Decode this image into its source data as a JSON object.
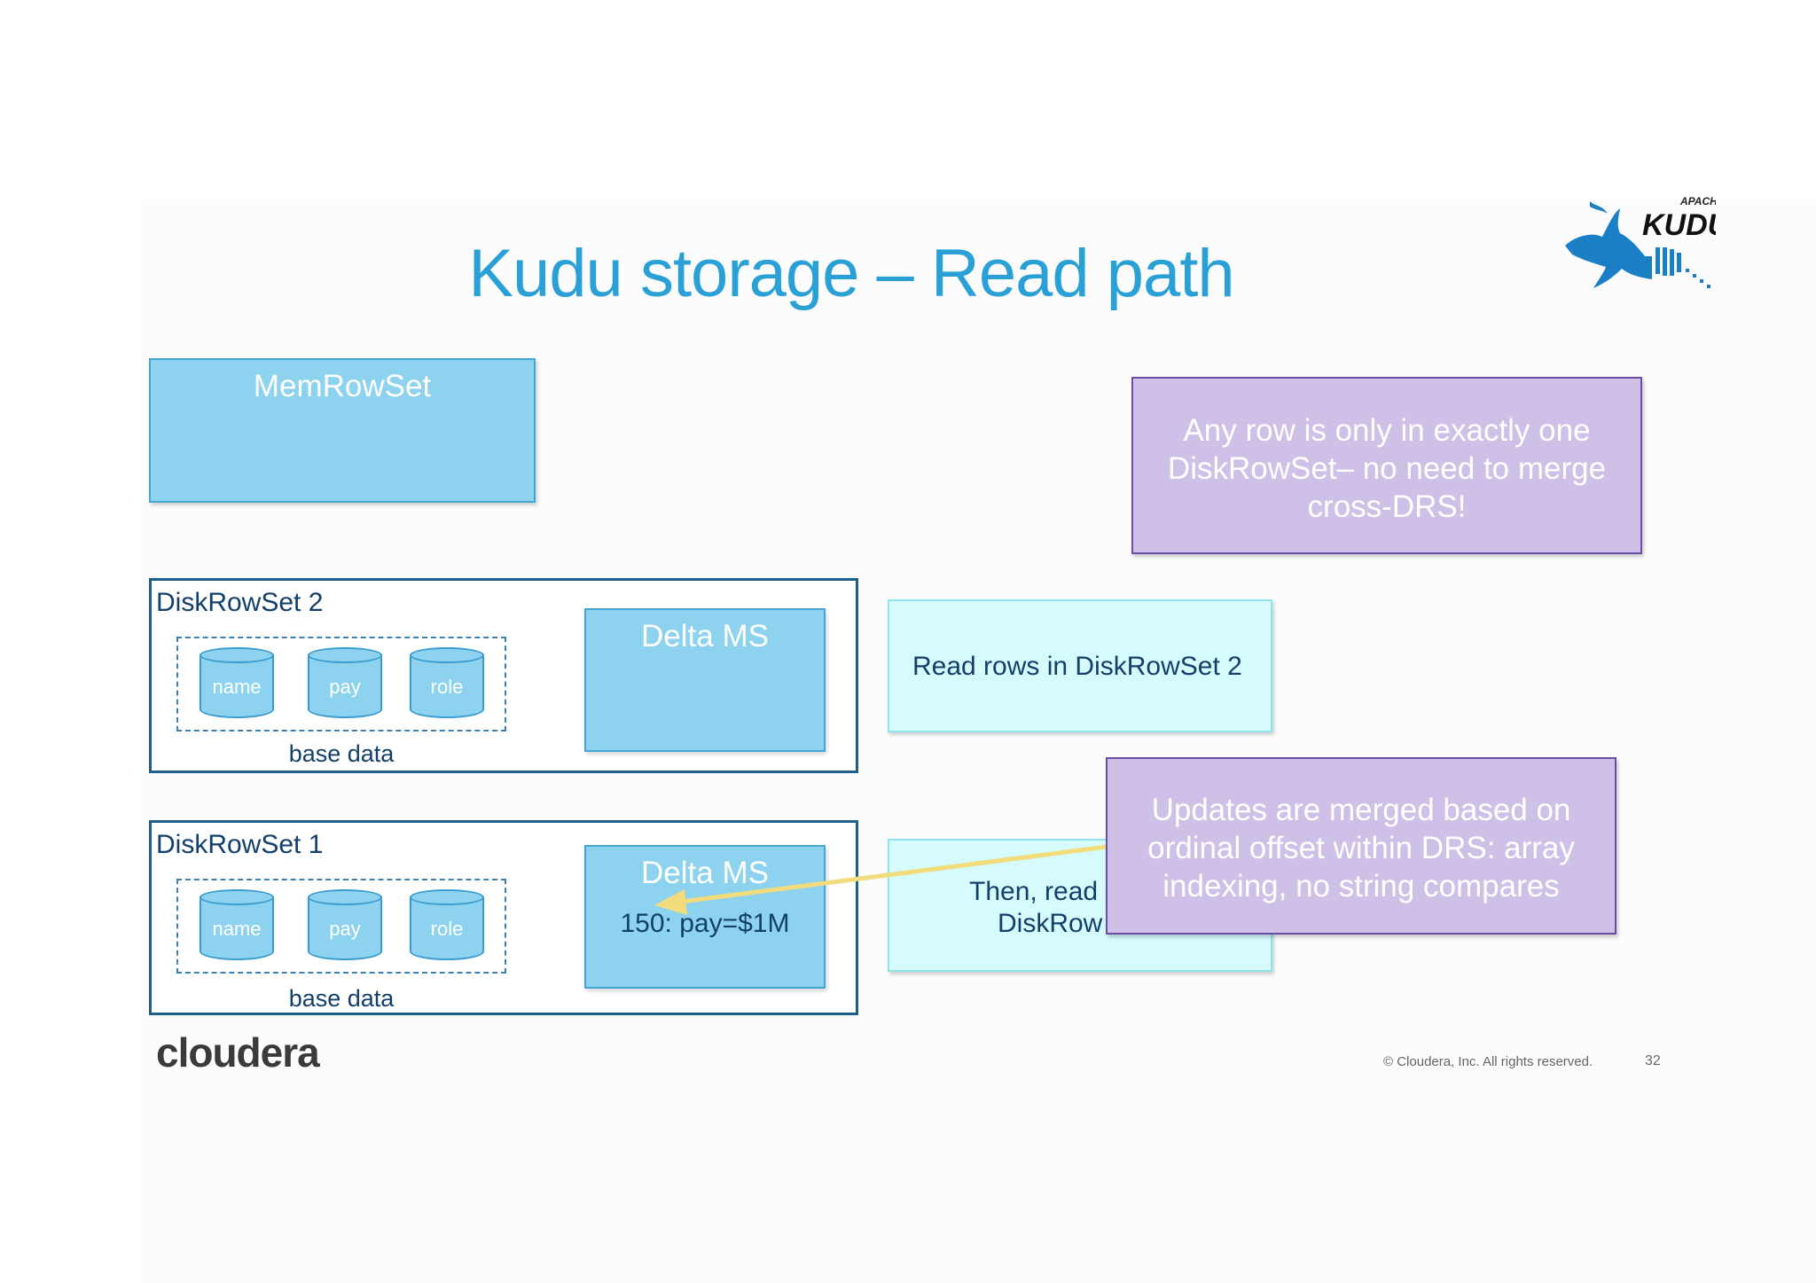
{
  "slide": {
    "title": "Kudu storage – Read path",
    "logo_text_top": "APACHE",
    "logo_text_main": "KUDU",
    "brand": "cloudera",
    "copyright": "© Cloudera, Inc. All rights reserved.",
    "page_number": "32"
  },
  "memrowset": {
    "label": "MemRowSet"
  },
  "diskrowsets": [
    {
      "label": "DiskRowSet 2",
      "columns": [
        "name",
        "pay",
        "role"
      ],
      "base_label": "base data",
      "delta_label": "Delta MS",
      "delta_entry": ""
    },
    {
      "label": "DiskRowSet 1",
      "columns": [
        "name",
        "pay",
        "role"
      ],
      "base_label": "base data",
      "delta_label": "Delta MS",
      "delta_entry": "150: pay=$1M"
    }
  ],
  "read_steps": [
    {
      "line1": "Read rows in DiskRowSet 2",
      "line2": ""
    },
    {
      "line1": "Then, read",
      "line2": "DiskRow"
    }
  ],
  "callouts": [
    "Any row is only in exactly one DiskRowSet– no need to merge cross-DRS!",
    "Updates are merged based on ordinal offset within DRS: array indexing, no string compares"
  ],
  "colors": {
    "title": "#2aa1d6",
    "box_blue": "#8dd3ef",
    "read_box": "#d6fbfd",
    "callout": "#cfc0e8",
    "arrow": "#f2dc7c"
  }
}
